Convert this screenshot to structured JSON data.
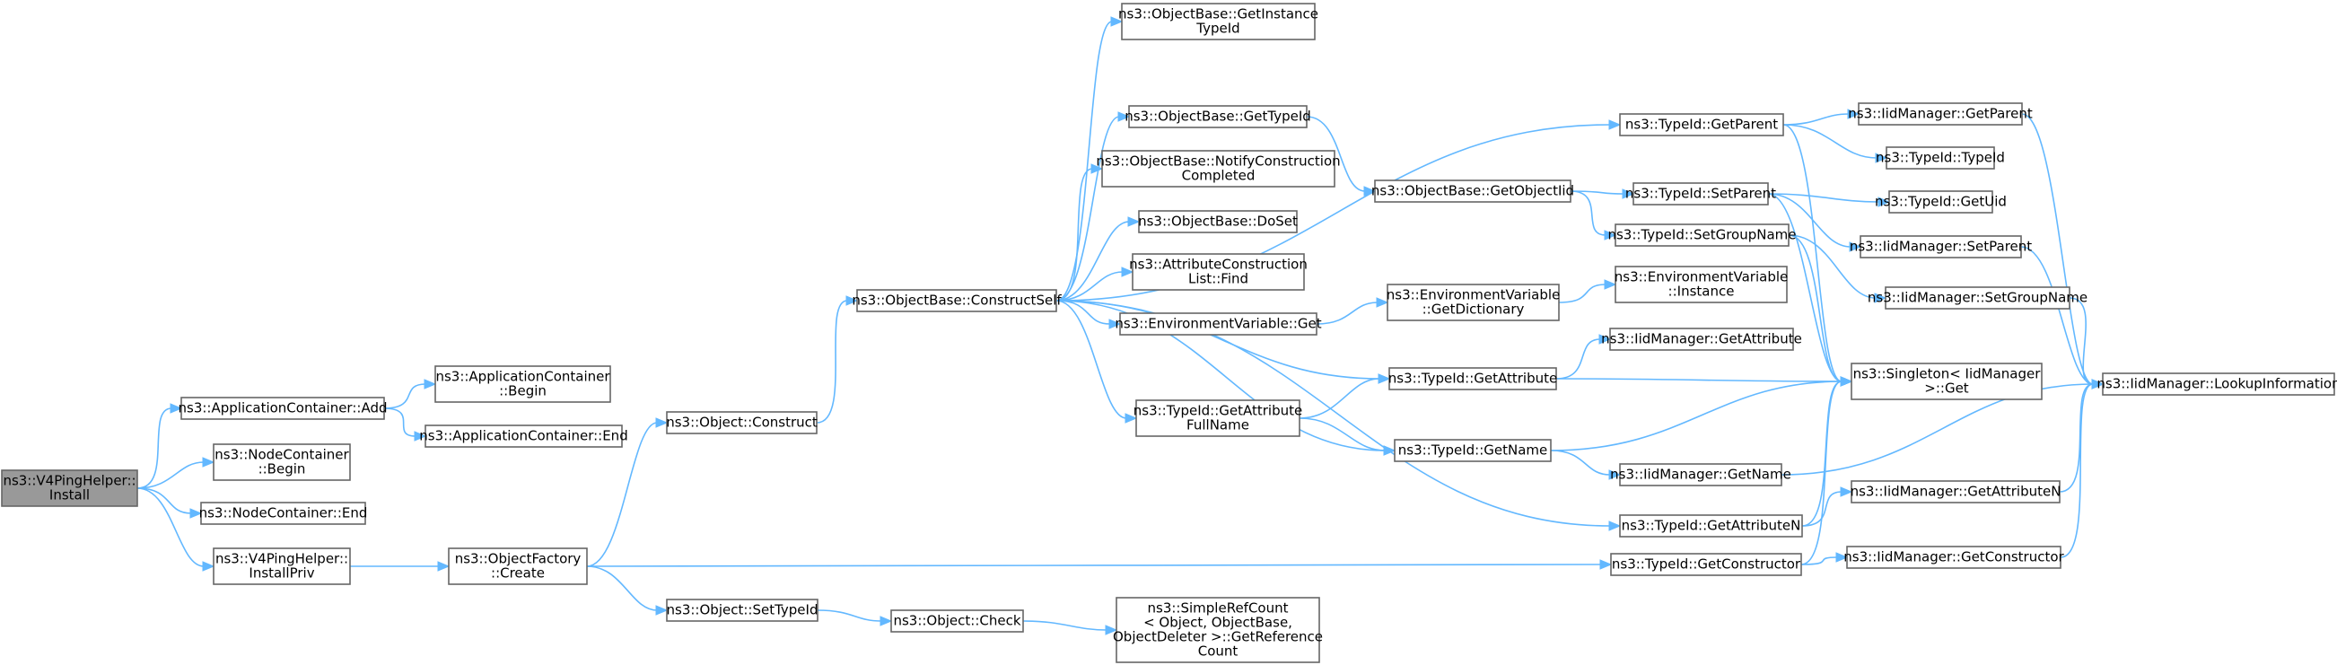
{
  "diagram": {
    "colors": {
      "edge": "#63b8ff",
      "node_border": "#666666",
      "node_fill": "#ffffff",
      "root_fill": "#999999"
    },
    "nodes": [
      {
        "id": "root",
        "lines": [
          "ns3::V4PingHelper::",
          "Install"
        ],
        "root": true
      },
      {
        "id": "appadd",
        "lines": [
          "ns3::ApplicationContainer::Add"
        ]
      },
      {
        "id": "nodebegin",
        "lines": [
          "ns3::NodeContainer",
          "::Begin"
        ]
      },
      {
        "id": "nodeend",
        "lines": [
          "ns3::NodeContainer::End"
        ]
      },
      {
        "id": "installpriv",
        "lines": [
          "ns3::V4PingHelper::",
          "InstallPriv"
        ]
      },
      {
        "id": "appbegin",
        "lines": [
          "ns3::ApplicationContainer",
          "::Begin"
        ]
      },
      {
        "id": "append",
        "lines": [
          "ns3::ApplicationContainer::End"
        ]
      },
      {
        "id": "objconstruct",
        "lines": [
          "ns3::Object::Construct"
        ]
      },
      {
        "id": "factorycreate",
        "lines": [
          "ns3::ObjectFactory",
          "::Create"
        ]
      },
      {
        "id": "settypeid",
        "lines": [
          "ns3::Object::SetTypeId"
        ]
      },
      {
        "id": "constructself",
        "lines": [
          "ns3::ObjectBase::ConstructSelf"
        ]
      },
      {
        "id": "objcheck",
        "lines": [
          "ns3::Object::Check"
        ]
      },
      {
        "id": "getinstancetypeid",
        "lines": [
          "ns3::ObjectBase::GetInstance",
          "TypeId"
        ]
      },
      {
        "id": "gettypeid",
        "lines": [
          "ns3::ObjectBase::GetTypeId"
        ]
      },
      {
        "id": "notify",
        "lines": [
          "ns3::ObjectBase::NotifyConstruction",
          "Completed"
        ]
      },
      {
        "id": "doset",
        "lines": [
          "ns3::ObjectBase::DoSet"
        ]
      },
      {
        "id": "attrfind",
        "lines": [
          "ns3::AttributeConstruction",
          "List::Find"
        ]
      },
      {
        "id": "envget",
        "lines": [
          "ns3::EnvironmentVariable::Get"
        ]
      },
      {
        "id": "getattrfullname",
        "lines": [
          "ns3::TypeId::GetAttribute",
          "FullName"
        ]
      },
      {
        "id": "getrefcount",
        "lines": [
          "ns3::SimpleRefCount",
          "< Object, ObjectBase,",
          "ObjectDeleter >::GetReference",
          "Count"
        ]
      },
      {
        "id": "getobjectiid",
        "lines": [
          "ns3::ObjectBase::GetObjectIid"
        ]
      },
      {
        "id": "envgetdict",
        "lines": [
          "ns3::EnvironmentVariable",
          "::GetDictionary"
        ]
      },
      {
        "id": "tgetattribute",
        "lines": [
          "ns3::TypeId::GetAttribute"
        ]
      },
      {
        "id": "tgetname",
        "lines": [
          "ns3::TypeId::GetName"
        ]
      },
      {
        "id": "tgetparent",
        "lines": [
          "ns3::TypeId::GetParent"
        ]
      },
      {
        "id": "tsetparent",
        "lines": [
          "ns3::TypeId::SetParent"
        ]
      },
      {
        "id": "tsetgroupname",
        "lines": [
          "ns3::TypeId::SetGroupName"
        ]
      },
      {
        "id": "envinstance",
        "lines": [
          "ns3::EnvironmentVariable",
          "::Instance"
        ]
      },
      {
        "id": "iidgetattribute",
        "lines": [
          "ns3::IidManager::GetAttribute"
        ]
      },
      {
        "id": "iidgetname",
        "lines": [
          "ns3::IidManager::GetName"
        ]
      },
      {
        "id": "tgetattributen",
        "lines": [
          "ns3::TypeId::GetAttributeN"
        ]
      },
      {
        "id": "tgetconstructor",
        "lines": [
          "ns3::TypeId::GetConstructor"
        ]
      },
      {
        "id": "iidgetparent",
        "lines": [
          "ns3::IidManager::GetParent"
        ]
      },
      {
        "id": "ttypeid",
        "lines": [
          "ns3::TypeId::TypeId"
        ]
      },
      {
        "id": "tgetuid",
        "lines": [
          "ns3::TypeId::GetUid"
        ]
      },
      {
        "id": "iidsetparent",
        "lines": [
          "ns3::IidManager::SetParent"
        ]
      },
      {
        "id": "iidsetgroupname",
        "lines": [
          "ns3::IidManager::SetGroupName"
        ]
      },
      {
        "id": "singletonget",
        "lines": [
          "ns3::Singleton< IidManager",
          ">::Get"
        ]
      },
      {
        "id": "iidgetattributen",
        "lines": [
          "ns3::IidManager::GetAttributeN"
        ]
      },
      {
        "id": "iidgetconstructor",
        "lines": [
          "ns3::IidManager::GetConstructor"
        ]
      },
      {
        "id": "lookupinfo",
        "lines": [
          "ns3::IidManager::LookupInformation"
        ]
      }
    ],
    "edges": [
      [
        "root",
        "appadd"
      ],
      [
        "root",
        "nodebegin"
      ],
      [
        "root",
        "nodeend"
      ],
      [
        "root",
        "installpriv"
      ],
      [
        "appadd",
        "appbegin"
      ],
      [
        "appadd",
        "append"
      ],
      [
        "installpriv",
        "factorycreate"
      ],
      [
        "factorycreate",
        "objconstruct"
      ],
      [
        "factorycreate",
        "settypeid"
      ],
      [
        "factorycreate",
        "tgetconstructor"
      ],
      [
        "objconstruct",
        "constructself"
      ],
      [
        "settypeid",
        "objcheck"
      ],
      [
        "objcheck",
        "getrefcount"
      ],
      [
        "constructself",
        "getinstancetypeid"
      ],
      [
        "constructself",
        "gettypeid"
      ],
      [
        "constructself",
        "notify"
      ],
      [
        "constructself",
        "doset"
      ],
      [
        "constructself",
        "attrfind"
      ],
      [
        "constructself",
        "envget"
      ],
      [
        "constructself",
        "getattrfullname"
      ],
      [
        "constructself",
        "tgetparent"
      ],
      [
        "constructself",
        "tgetattribute"
      ],
      [
        "constructself",
        "tgetname"
      ],
      [
        "constructself",
        "tgetattributen"
      ],
      [
        "gettypeid",
        "getobjectiid"
      ],
      [
        "getobjectiid",
        "tsetparent"
      ],
      [
        "getobjectiid",
        "tsetgroupname"
      ],
      [
        "envget",
        "envgetdict"
      ],
      [
        "envgetdict",
        "envinstance"
      ],
      [
        "getattrfullname",
        "tgetattribute"
      ],
      [
        "getattrfullname",
        "tgetname"
      ],
      [
        "tgetattribute",
        "iidgetattribute"
      ],
      [
        "tgetattribute",
        "singletonget"
      ],
      [
        "tgetname",
        "singletonget"
      ],
      [
        "tgetname",
        "iidgetname"
      ],
      [
        "tgetparent",
        "iidgetparent"
      ],
      [
        "tgetparent",
        "ttypeid"
      ],
      [
        "tgetparent",
        "singletonget"
      ],
      [
        "tsetparent",
        "tgetuid"
      ],
      [
        "tsetparent",
        "iidsetparent"
      ],
      [
        "tsetparent",
        "singletonget"
      ],
      [
        "tsetgroupname",
        "iidsetgroupname"
      ],
      [
        "tsetgroupname",
        "singletonget"
      ],
      [
        "tgetattributen",
        "singletonget"
      ],
      [
        "tgetattributen",
        "iidgetattributen"
      ],
      [
        "tgetconstructor",
        "singletonget"
      ],
      [
        "tgetconstructor",
        "iidgetconstructor"
      ],
      [
        "iidgetparent",
        "lookupinfo"
      ],
      [
        "iidsetparent",
        "lookupinfo"
      ],
      [
        "iidsetgroupname",
        "lookupinfo"
      ],
      [
        "iidgetname",
        "lookupinfo"
      ],
      [
        "iidgetattributen",
        "lookupinfo"
      ],
      [
        "iidgetconstructor",
        "lookupinfo"
      ]
    ]
  }
}
